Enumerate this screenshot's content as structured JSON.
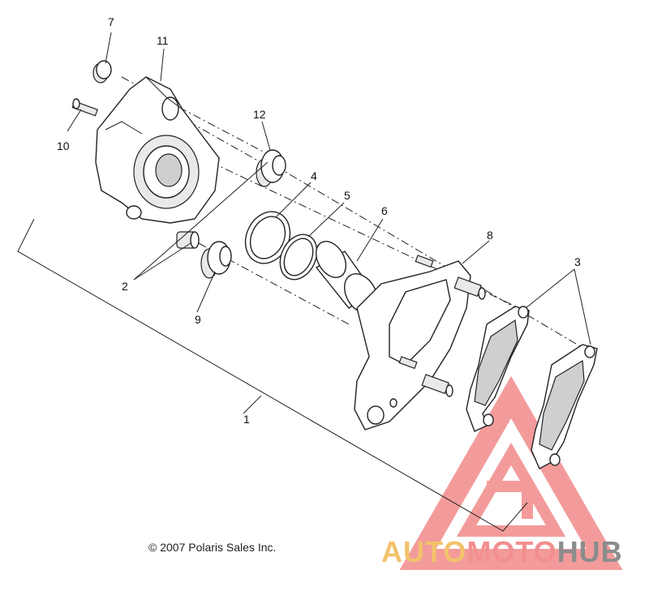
{
  "callouts": {
    "c1": "1",
    "c2": "2",
    "c3": "3",
    "c4": "4",
    "c5": "5",
    "c6": "6",
    "c7": "7",
    "c8": "8",
    "c9": "9",
    "c10": "10",
    "c11": "11",
    "c12": "12"
  },
  "copyright": "© 2007 Polaris Sales Inc.",
  "watermark": {
    "part1": "AUTO",
    "part2": "MOTO",
    "part3": "HUB",
    "colors": {
      "auto": "#f2c26b",
      "moto": "#f28f8f",
      "hub": "#8c8c8c",
      "logo": "#f07a7a"
    }
  }
}
